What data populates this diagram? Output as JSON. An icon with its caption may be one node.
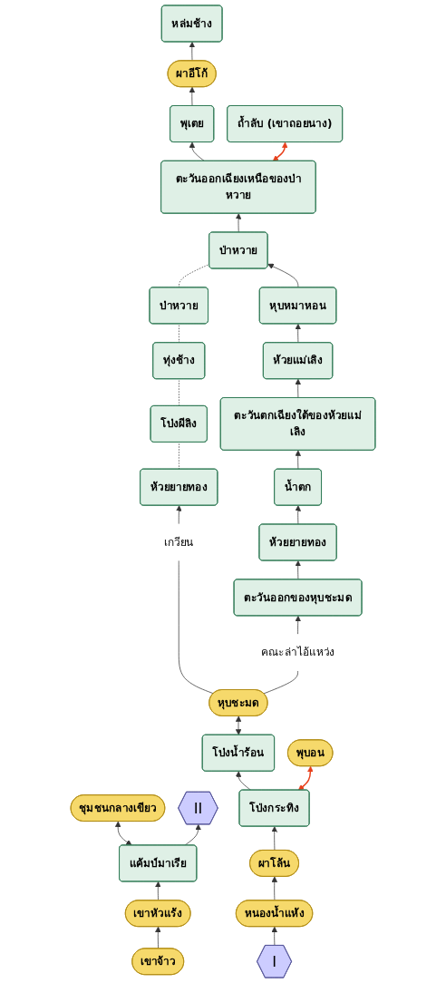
{
  "diagram": {
    "nodes": [
      {
        "text": [
          "ชุมชนกลางเขียว"
        ]
      },
      {
        "text": [
          "II"
        ]
      },
      {
        "text": [
          "แค้มป์มาเรีย"
        ]
      },
      {
        "text": [
          "เขาหัวแร้ง"
        ]
      },
      {
        "text": [
          "เขาจ้าว"
        ]
      },
      {
        "text": [
          "หล่มช้าง"
        ]
      },
      {
        "text": [
          "ผาอีโก้"
        ]
      },
      {
        "text": [
          "พุเตย"
        ]
      },
      {
        "text": [
          "ถ้ำลับ (เขาถอยนาง)"
        ]
      },
      {
        "text": [
          "ตะวันออกเฉียงเหนือของป่าหวาย"
        ]
      },
      {
        "text": [
          "ป่าหวาย"
        ]
      },
      {
        "text": [
          "หุบหมาหอน"
        ]
      },
      {
        "text": [
          "ห้วยแม่เลิง"
        ]
      },
      {
        "text": [
          "ป่าหวาย"
        ]
      },
      {
        "text": [
          "ตะวันตกเฉียงใต้ของห้วยแม่เลิง"
        ]
      },
      {
        "text": [
          "ทุ่งช้าง"
        ]
      },
      {
        "text": [
          "น้ำตก"
        ]
      },
      {
        "text": [
          "โป่งผีลิง"
        ]
      },
      {
        "text": [
          "ห้วยยายทอง"
        ]
      },
      {
        "text": [
          "ห้วยยายทอง"
        ]
      },
      {
        "text": [
          "ตะวันออกของหุบชะมด"
        ]
      },
      {
        "text": [
          "เกวียน"
        ]
      },
      {
        "text": [
          "คณะล่าไอ้แหว่ง"
        ]
      },
      {
        "text": [
          "หุบชะมด"
        ]
      },
      {
        "text": [
          "โป่งน้ำร้อน"
        ]
      },
      {
        "text": [
          "โป่งกระทิง"
        ]
      },
      {
        "text": [
          "พุบอน"
        ]
      },
      {
        "text": [
          "ผาโล้น"
        ]
      },
      {
        "text": [
          "I"
        ]
      },
      {
        "text": [
          "หนองน้ำแห้ง"
        ]
      }
    ],
    "edges": [
      {
        "from": 28,
        "to": 29,
        "arrow": "to"
      },
      {
        "from": 29,
        "to": 27,
        "arrow": "to"
      },
      {
        "from": 27,
        "to": 25,
        "arrow": "to"
      },
      {
        "from": 25,
        "to": 26,
        "arrow": "both",
        "color": "#e8401c"
      },
      {
        "from": 25,
        "to": 24,
        "arrow": "to"
      },
      {
        "from": 24,
        "to": 23,
        "arrow": "both"
      },
      {
        "from": 23,
        "to": 21,
        "arrow": "none"
      },
      {
        "from": 23,
        "to": 22,
        "arrow": "none"
      },
      {
        "from": 21,
        "to": 19,
        "arrow": "to"
      },
      {
        "from": 19,
        "to": 17,
        "arrow": "none",
        "style": "dashed"
      },
      {
        "from": 17,
        "to": 15,
        "arrow": "none",
        "style": "dashed"
      },
      {
        "from": 15,
        "to": 13,
        "arrow": "none",
        "style": "dashed"
      },
      {
        "from": 13,
        "to": 10,
        "arrow": "none",
        "style": "dashed"
      },
      {
        "from": 22,
        "to": 20,
        "arrow": "to"
      },
      {
        "from": 20,
        "to": 18,
        "arrow": "to"
      },
      {
        "from": 18,
        "to": 16,
        "arrow": "to"
      },
      {
        "from": 16,
        "to": 14,
        "arrow": "to"
      },
      {
        "from": 14,
        "to": 12,
        "arrow": "to"
      },
      {
        "from": 12,
        "to": 11,
        "arrow": "to"
      },
      {
        "from": 11,
        "to": 10,
        "arrow": "to"
      },
      {
        "from": 10,
        "to": 9,
        "arrow": "to"
      },
      {
        "from": 9,
        "to": 8,
        "arrow": "both",
        "color": "#e8401c"
      },
      {
        "from": 9,
        "to": 7,
        "arrow": "to"
      },
      {
        "from": 7,
        "to": 6,
        "arrow": "to"
      },
      {
        "from": 6,
        "to": 5,
        "arrow": "to"
      },
      {
        "from": 4,
        "to": 3,
        "arrow": "to"
      },
      {
        "from": 3,
        "to": 2,
        "arrow": "to"
      },
      {
        "from": 2,
        "to": 1,
        "arrow": "to"
      },
      {
        "from": 2,
        "to": 0,
        "arrow": "both"
      }
    ]
  }
}
